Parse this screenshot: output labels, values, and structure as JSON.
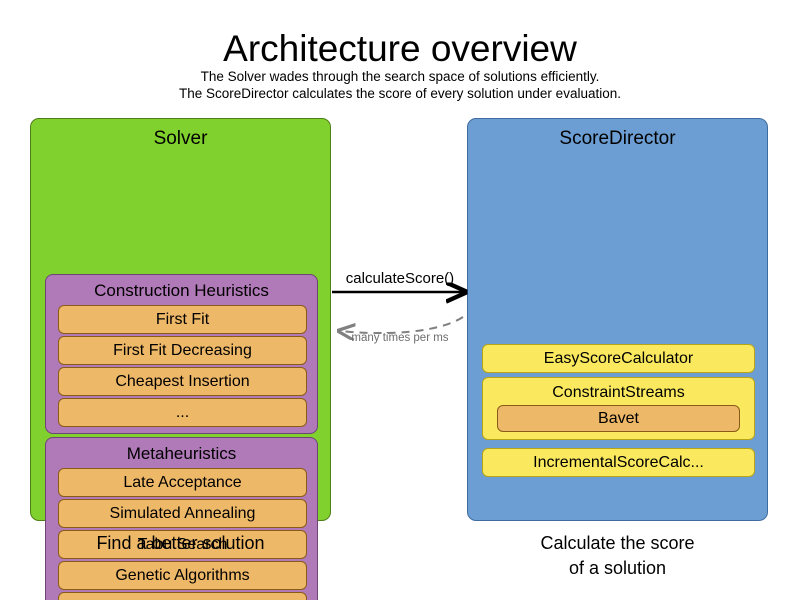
{
  "header": {
    "title": "Architecture overview",
    "subtitle_line1": "The Solver wades through the search space of solutions efficiently.",
    "subtitle_line2": "The ScoreDirector calculates the score of every solution under evaluation."
  },
  "solver": {
    "title": "Solver",
    "caption": "Find a better solution",
    "groups": [
      {
        "title": "Construction Heuristics",
        "items": [
          "First Fit",
          "First Fit Decreasing",
          "Cheapest Insertion",
          "..."
        ]
      },
      {
        "title": "Metaheuristics",
        "items": [
          "Late Acceptance",
          "Simulated Annealing",
          "Tabu Search",
          "Genetic Algorithms",
          "..."
        ]
      }
    ]
  },
  "score_director": {
    "title": "ScoreDirector",
    "caption_line1": "Calculate the score",
    "caption_line2": "of a solution",
    "items": [
      {
        "label": "EasyScoreCalculator"
      },
      {
        "label": "ConstraintStreams",
        "child": "Bavet"
      },
      {
        "label": "IncrementalScoreCalc..."
      }
    ]
  },
  "arrows": {
    "forward_label": "calculateScore()",
    "return_label": "many times per ms"
  },
  "colors": {
    "solver_green": "#80d12e",
    "director_blue": "#6d9ed3",
    "group_purple": "#b079b8",
    "item_orange": "#eeb869",
    "item_yellow": "#fae95f",
    "arrow_solid": "#000000",
    "arrow_dashed": "#808080"
  }
}
